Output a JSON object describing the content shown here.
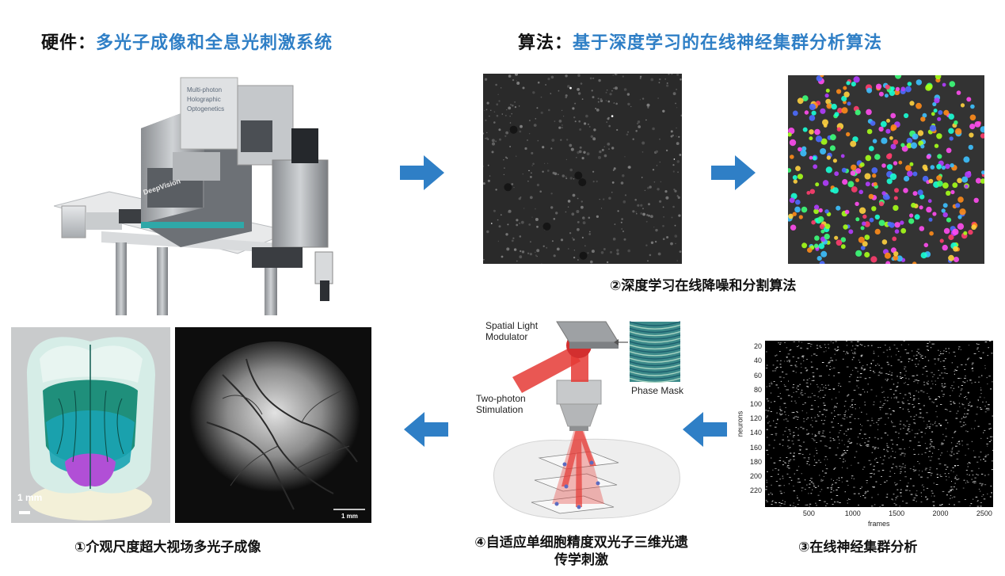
{
  "headings": {
    "hardware": {
      "key": "硬件：",
      "value": "多光子成像和全息光刺激系统"
    },
    "algorithm": {
      "key": "算法：",
      "value": "基于深度学习的在线神经集群分析算法"
    }
  },
  "captions": {
    "c1": "①介观尺度超大视场多光子成像",
    "c2": "②深度学习在线降噪和分割算法",
    "c3": "③在线神经集群分析",
    "c4": "④自适应单细胞精度双光子三维光遗传学刺激"
  },
  "microscope": {
    "brand": "DeepVision",
    "panel_lines": [
      "Multi-photon",
      "Holographic",
      "Optogenetics"
    ]
  },
  "brain_scale": "1 mm",
  "vessel_scale": "1 mm",
  "stimulation": {
    "slm_label": "Spatial Light Modulator",
    "phase_mask_label": "Phase Mask",
    "two_photon_label": "Two-photon Stimulation"
  },
  "raster": {
    "ylabel": "neurons",
    "xlabel": "frames",
    "y_ticks": [
      "20",
      "40",
      "60",
      "80",
      "100",
      "120",
      "140",
      "160",
      "180",
      "200",
      "220"
    ],
    "x_ticks": [
      "500",
      "1000",
      "1500",
      "2000",
      "2500"
    ]
  },
  "colors": {
    "accent": "#2f7fc6",
    "arrow": "#2f7fc6",
    "laser": "#e53935"
  }
}
